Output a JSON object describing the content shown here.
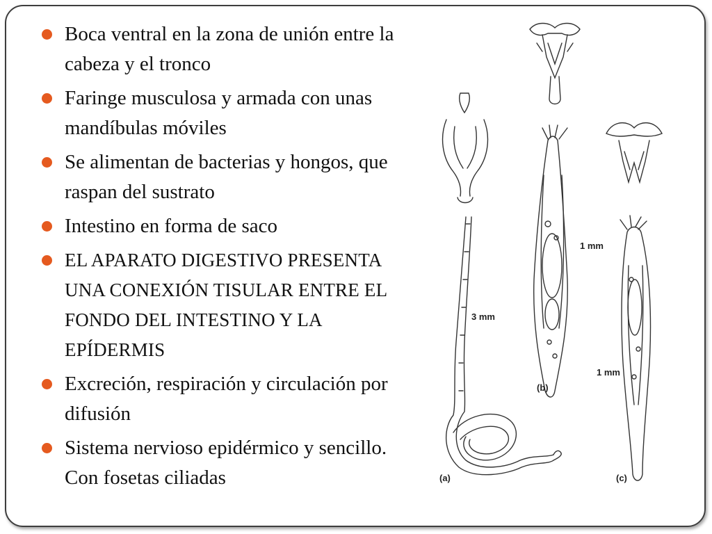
{
  "bullets": [
    {
      "text": "Boca ventral en la zona de unión entre la cabeza y el tronco"
    },
    {
      "text": "Faringe musculosa y armada con unas mandíbulas móviles"
    },
    {
      "text": "Se alimentan de bacterias y hongos, que raspan del sustrato"
    },
    {
      "text": "Intestino en forma de saco"
    },
    {
      "text": "EL APARATO DIGESTIVO PRESENTA UNA CONEXIÓN TISULAR ENTRE EL FONDO DEL INTESTINO Y LA EPÍDERMIS"
    },
    {
      "text": "Excreción, respiración y circulación por difusión"
    },
    {
      "text": "Sistema nervioso epidérmico y sencillo. Con fosetas ciliadas"
    }
  ],
  "figure": {
    "labels": {
      "scale_a": "3 mm",
      "scale_b": "1 mm",
      "scale_c": "1 mm",
      "panel_a": "(a)",
      "panel_b": "(b)",
      "panel_c": "(c)"
    }
  },
  "colors": {
    "bullet": "#e55a1f",
    "frame": "#3d3d3d"
  }
}
